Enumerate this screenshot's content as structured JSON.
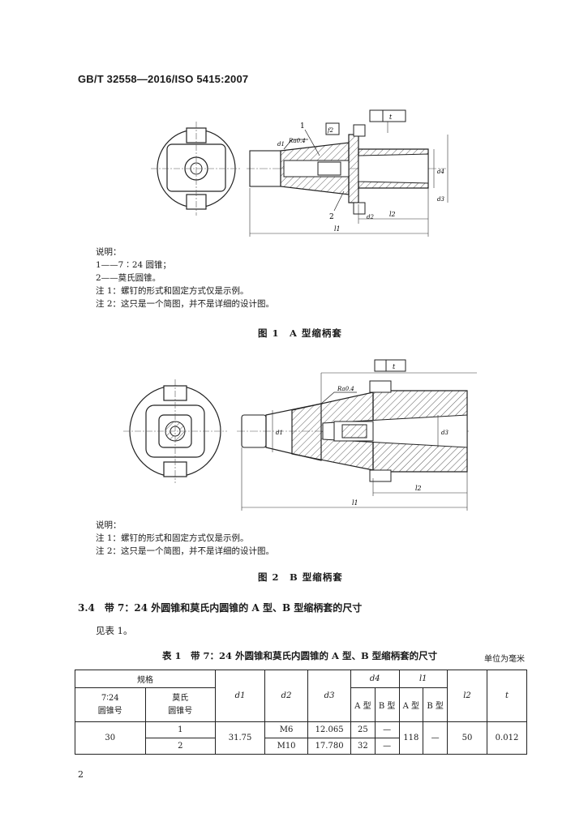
{
  "header": {
    "standard": "GB/T 32558—2016/ISO 5415:2007"
  },
  "figure1": {
    "labels": {
      "callout1": "1",
      "callout2": "2",
      "roughness": "Ra0.4",
      "datum_frame": "f2",
      "tolerance_frame_t": "t",
      "dim_d1": "d1",
      "dim_d2": "d2",
      "dim_d3": "d3",
      "dim_d4": "d4",
      "dim_l1": "l1",
      "dim_l2": "l2"
    },
    "notes": {
      "heading": "说明：",
      "item1": "1——7∶24 圆锥；",
      "item2": "2——莫氏圆锥。",
      "note1": "注 1：螺钉的形式和固定方式仅是示例。",
      "note2": "注 2：这只是一个简图，并不是详细的设计图。"
    },
    "caption": "图 1　A 型缩柄套"
  },
  "figure2": {
    "labels": {
      "roughness": "Ra0.4",
      "tolerance_frame_t": "t",
      "dim_d1": "d1",
      "dim_d3": "d3",
      "dim_l1": "l1",
      "dim_l2": "l2"
    },
    "notes": {
      "heading": "说明：",
      "note1": "注 1：螺钉的形式和固定方式仅是示例。",
      "note2": "注 2：这只是一个简图，并不是详细的设计图。"
    },
    "caption": "图 2　B 型缩柄套"
  },
  "section": {
    "title": "3.4　带 7：24 外圆锥和莫氏内圆锥的 A 型、B 型缩柄套的尺寸",
    "body": "见表 1。"
  },
  "table1": {
    "caption": "表 1　带 7：24 外圆锥和莫氏内圆锥的 A 型、B 型缩柄套的尺寸",
    "unit": "单位为毫米",
    "headers": {
      "spec": "规格",
      "taper724": "7∶24\n圆锥号",
      "morse": "莫氏\n圆锥号",
      "d1": "d1",
      "d2": "d2",
      "d3": "d3",
      "d4": "d4",
      "d4_a": "A 型",
      "d4_b": "B 型",
      "l1": "l1",
      "l1_a": "A 型",
      "l1_b": "B 型",
      "l2": "l2",
      "t": "t"
    },
    "rows": [
      {
        "taper724": "30",
        "morse": "1",
        "d1": "31.75",
        "d2": "M6",
        "d3": "12.065",
        "d4_a": "25",
        "d4_b": "—",
        "l1_a": "118",
        "l1_b": "—",
        "l2": "50",
        "t": "0.012"
      },
      {
        "morse": "2",
        "d2": "M10",
        "d3": "17.780",
        "d4_a": "32",
        "d4_b": "—"
      }
    ]
  },
  "page_number": "2"
}
